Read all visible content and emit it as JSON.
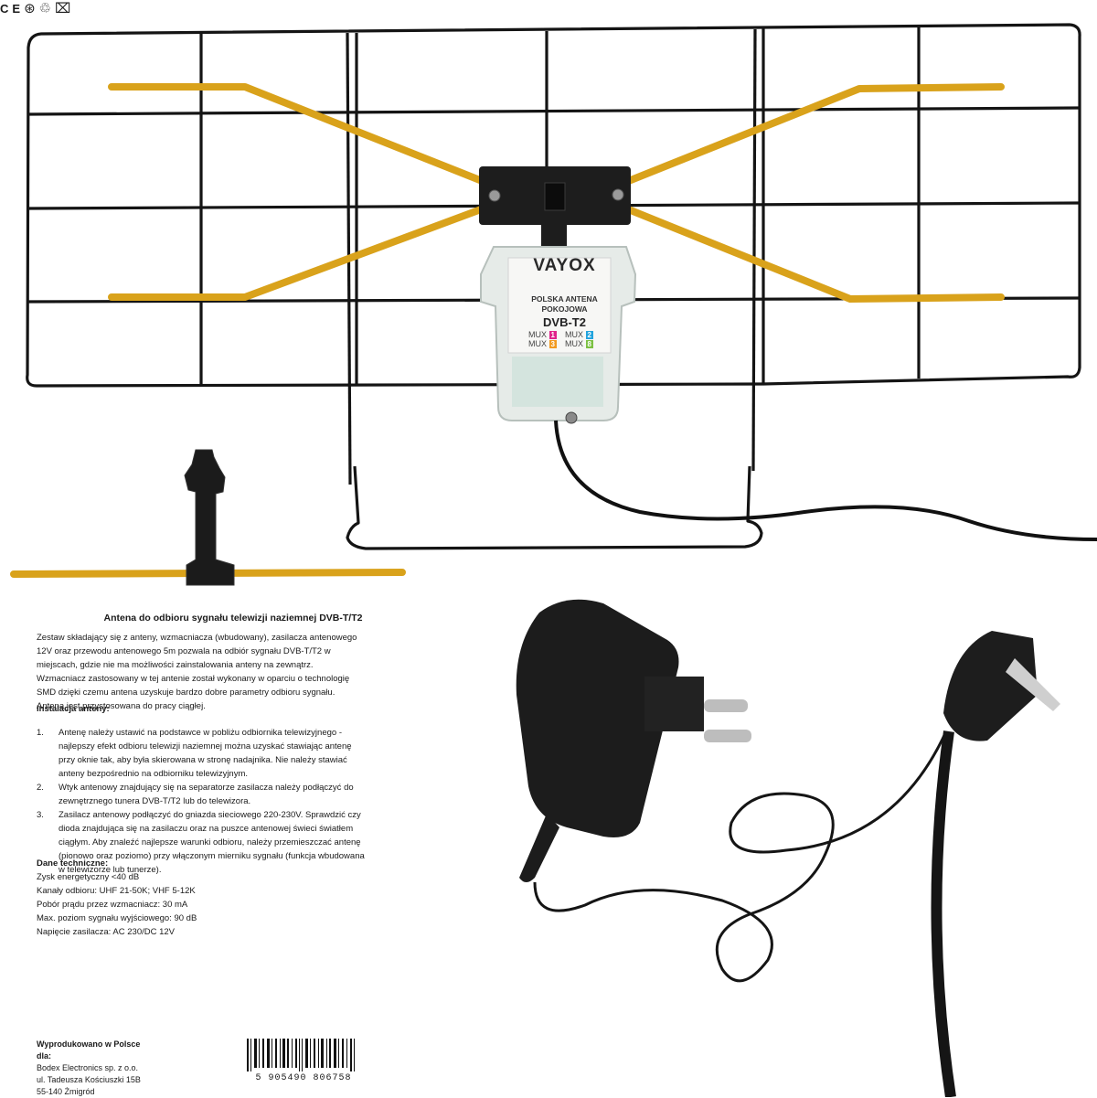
{
  "document": {
    "title": "Antena do odbioru sygnału telewizji naziemnej DVB-T/T2",
    "intro": "Zestaw składający się z anteny, wzmacniacza (wbudowany), zasilacza antenowego 12V oraz przewodu antenowego 5m pozwala na odbiór sygnału DVB-T/T2 w miejscach, gdzie nie ma możliwości zainstalowania anteny na zewnątrz. Wzmacniacz zastosowany w tej antenie został wykonany w oparciu o technologię SMD dzięki czemu antena uzyskuje bardzo dobre parametry odbioru sygnału. Antena jest przystosowana do pracy ciągłej.",
    "install_heading": "Instalacja anteny:",
    "steps": [
      {
        "num": "1.",
        "text": "Antenę należy ustawić na podstawce w pobliżu odbiornika telewizyjnego - najlepszy efekt odbioru telewizji naziemnej można uzyskać stawiając antenę przy oknie tak, aby była skierowana w stronę nadajnika. Nie należy stawiać anteny bezpośrednio na odbiorniku telewizyjnym."
      },
      {
        "num": "2.",
        "text": "Wtyk antenowy znajdujący się na separatorze zasilacza należy podłączyć do zewnętrznego tunera DVB-T/T2 lub do telewizora."
      },
      {
        "num": "3.",
        "text": "Zasilacz antenowy podłączyć do gniazda sieciowego 220-230V. Sprawdzić czy dioda znajdująca się na zasilaczu oraz na puszce antenowej świeci światłem ciągłym. Aby znaleźć najlepsze warunki odbioru, należy przemieszczać antenę (pionowo oraz poziomo) przy włączonym mierniku sygnału (funkcja wbudowana w telewizorze lub tunerze)."
      }
    ],
    "tech_heading": "Dane techniczne:",
    "tech_lines": [
      "Zysk energetyczny <40 dB",
      "Kanały odbioru: UHF 21-50K; VHF 5-12K",
      "Pobór prądu przez wzmacniacz: 30 mA",
      "Max. poziom sygnału wyjściowego: 90 dB",
      "Napięcie zasilacza: AC 230/DC 12V"
    ],
    "producer_heading": "Wyprodukowano w Polsce dla:",
    "producer_lines": [
      "Bodex Electronics sp. z o.o.",
      "ul. Tadeusza Kościuszki 15B",
      "55-140 Żmigród"
    ],
    "cert_icons": [
      "ce-mark-icon",
      "no-recycle-icon",
      "recycle-icon",
      "crossed-bin-icon"
    ],
    "barcode": "5 905490 806758"
  },
  "product_label": {
    "brand": "VAYOX",
    "line1": "POLSKA ANTENA",
    "line2": "POKOJOWA",
    "model": "DVB-T2",
    "mux": [
      "MUX",
      "1",
      "MUX",
      "2",
      "MUX",
      "3",
      "MUX",
      "8"
    ],
    "mux_colors": [
      "#e0218a",
      "#22a3dd",
      "#f29a1f",
      "#7cc143"
    ]
  },
  "colors": {
    "wire": "#141414",
    "dipole": "#d9a21b",
    "housing": "#e6ebe8",
    "adapter": "#1c1c1c"
  }
}
